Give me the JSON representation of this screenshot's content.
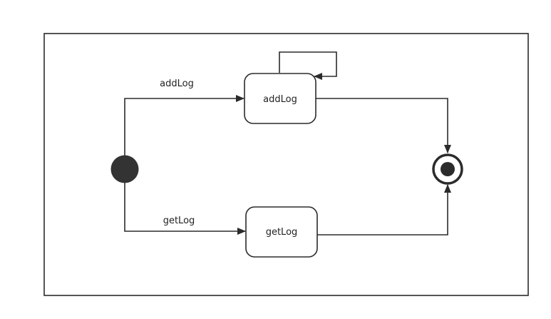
{
  "diagram": {
    "type": "state-machine",
    "states": [
      {
        "id": "addLog",
        "label": "addLog"
      },
      {
        "id": "getLog",
        "label": "getLog"
      }
    ],
    "initial": "start",
    "final": "end",
    "transitions": [
      {
        "from": "start",
        "to": "addLog",
        "label": "addLog"
      },
      {
        "from": "start",
        "to": "getLog",
        "label": "getLog"
      },
      {
        "from": "addLog",
        "to": "addLog",
        "label": ""
      },
      {
        "from": "addLog",
        "to": "end",
        "label": ""
      },
      {
        "from": "getLog",
        "to": "end",
        "label": ""
      }
    ],
    "colors": {
      "stroke": "#2b2b2b",
      "node_fill": "#ffffff",
      "initial_fill": "#333333",
      "text": "#222222"
    }
  }
}
